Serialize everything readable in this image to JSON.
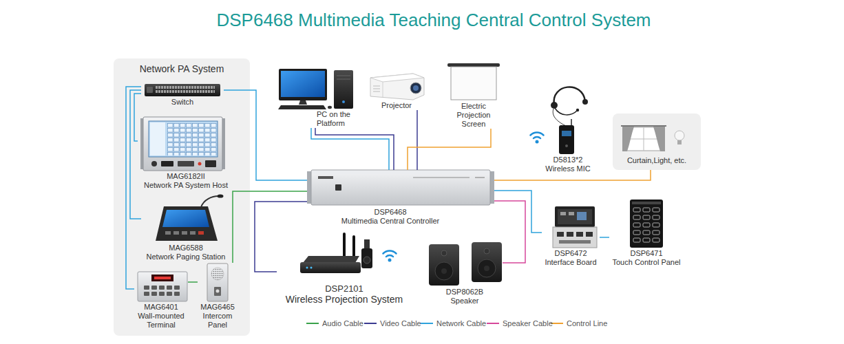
{
  "diagram": {
    "title": "DSP6468 Multimedia Teaching Central Control System",
    "nodes": [
      {
        "text": [
          "Network PA System"
        ]
      },
      {
        "text": [
          "Switch"
        ],
        "in": 0
      },
      {
        "text": [
          "MAG6182II",
          "Network PA System Host"
        ],
        "in": 0
      },
      {
        "text": [
          "MAG6588",
          "Network Paging Station"
        ],
        "in": 0
      },
      {
        "text": [
          "MAG6401",
          "Wall-mounted Terminal"
        ],
        "in": 0
      },
      {
        "text": [
          "MAG6465",
          "Intercom Panel"
        ],
        "in": 0
      },
      {
        "text": [
          "PC on the Platform"
        ]
      },
      {
        "text": [
          "Projector"
        ]
      },
      {
        "text": [
          "Electric Projection Screen"
        ]
      },
      {
        "text": [
          "D5813*2",
          "Wireless MIC"
        ]
      },
      {
        "text": [
          "Curtain,Light, etc."
        ]
      },
      {
        "text": [
          "DSP6468",
          "Multimedia Central Controller"
        ]
      },
      {
        "text": [
          "DSP2101",
          "Wireless Projection System"
        ]
      },
      {
        "text": [
          "DSP8062B",
          "Speaker"
        ]
      },
      {
        "text": [
          "DSP6472",
          "Interface Board"
        ]
      },
      {
        "text": [
          "DSP6471",
          "Touch Control Panel"
        ]
      }
    ],
    "edges": [
      {
        "from": 1,
        "to": 2,
        "arrow": "none"
      },
      {
        "from": 1,
        "to": 3,
        "arrow": "none"
      },
      {
        "from": 1,
        "to": 4,
        "arrow": "none"
      },
      {
        "from": 1,
        "to": 11,
        "arrow": "none"
      },
      {
        "from": 4,
        "to": 5,
        "arrow": "none"
      },
      {
        "from": 11,
        "to": 5,
        "arrow": "none"
      },
      {
        "from": 6,
        "to": 11,
        "arrow": "none"
      },
      {
        "from": 6,
        "to": 11,
        "arrow": "none"
      },
      {
        "from": 7,
        "to": 11,
        "arrow": "none"
      },
      {
        "from": 8,
        "to": 11,
        "arrow": "none"
      },
      {
        "from": 11,
        "to": 10,
        "arrow": "none"
      },
      {
        "from": 11,
        "to": 13,
        "arrow": "none"
      },
      {
        "from": 11,
        "to": 14,
        "arrow": "none"
      },
      {
        "from": 14,
        "to": 15,
        "arrow": "none"
      },
      {
        "from": 11,
        "to": 12,
        "arrow": "none"
      }
    ],
    "legend": [
      {
        "text": "Audio Cable"
      },
      {
        "text": "Video Cable"
      },
      {
        "text": "Network Cable"
      },
      {
        "text": "Speaker Cable"
      },
      {
        "text": "Control Line"
      }
    ]
  }
}
